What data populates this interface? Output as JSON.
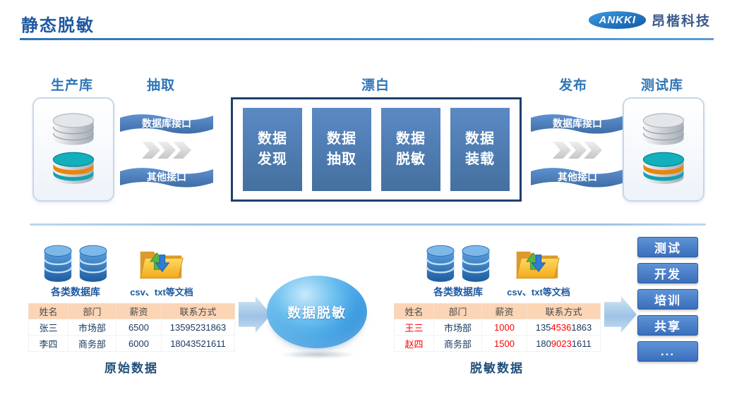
{
  "header": {
    "title": "静态脱敏",
    "logo_brand": "ANKKI",
    "logo_text": "昂楷科技"
  },
  "flow": {
    "source_label": "生产库",
    "extract_label": "抽取",
    "bleach_label": "漂白",
    "publish_label": "发布",
    "target_label": "测试库",
    "extract_interfaces": [
      "数据库接口",
      "其他接口"
    ],
    "publish_interfaces": [
      "数据库接口",
      "其他接口"
    ],
    "bleach_steps": [
      "数据\n发现",
      "数据\n抽取",
      "数据\n脱敏",
      "数据\n装载"
    ]
  },
  "bottom": {
    "masking_bubble": "数据脱敏",
    "left": {
      "db_label": "各类数据库",
      "file_label": "csv、txt等文档",
      "caption": "原始数据"
    },
    "right": {
      "db_label": "各类数据库",
      "file_label": "csv、txt等文档",
      "caption": "脱敏数据"
    },
    "targets": [
      "测试",
      "开发",
      "培训",
      "共享",
      "..."
    ]
  },
  "tables": {
    "original": {
      "headers": [
        "姓名",
        "部门",
        "薪资",
        "联系方式"
      ],
      "rows": [
        [
          [
            {
              "t": "张三"
            }
          ],
          [
            {
              "t": "市场部"
            }
          ],
          [
            {
              "t": "6500"
            }
          ],
          [
            {
              "t": "13595231863"
            }
          ]
        ],
        [
          [
            {
              "t": "李四"
            }
          ],
          [
            {
              "t": "商务部"
            }
          ],
          [
            {
              "t": "6000"
            }
          ],
          [
            {
              "t": "18043521611"
            }
          ]
        ]
      ]
    },
    "masked": {
      "headers": [
        "姓名",
        "部门",
        "薪资",
        "联系方式"
      ],
      "rows": [
        [
          [
            {
              "t": "王三",
              "red": true
            }
          ],
          [
            {
              "t": "市场部"
            }
          ],
          [
            {
              "t": "1000",
              "red": true
            }
          ],
          [
            {
              "t": "135"
            },
            {
              "t": "4536",
              "red": true
            },
            {
              "t": "1863"
            }
          ]
        ],
        [
          [
            {
              "t": "赵四",
              "red": true
            }
          ],
          [
            {
              "t": "商务部"
            }
          ],
          [
            {
              "t": "1500",
              "red": true
            }
          ],
          [
            {
              "t": "180"
            },
            {
              "t": "9023",
              "red": true
            },
            {
              "t": "1611"
            }
          ]
        ]
      ]
    }
  },
  "colors": {
    "accent_blue": "#2E75B6",
    "box_blue": "#4F81BD",
    "dark_navy": "#1F3F6E",
    "table_header_bg": "#FBD5B5",
    "table_text": "#17375E",
    "highlight_red": "#FF0000",
    "light_blue": "#9DC3E6"
  }
}
